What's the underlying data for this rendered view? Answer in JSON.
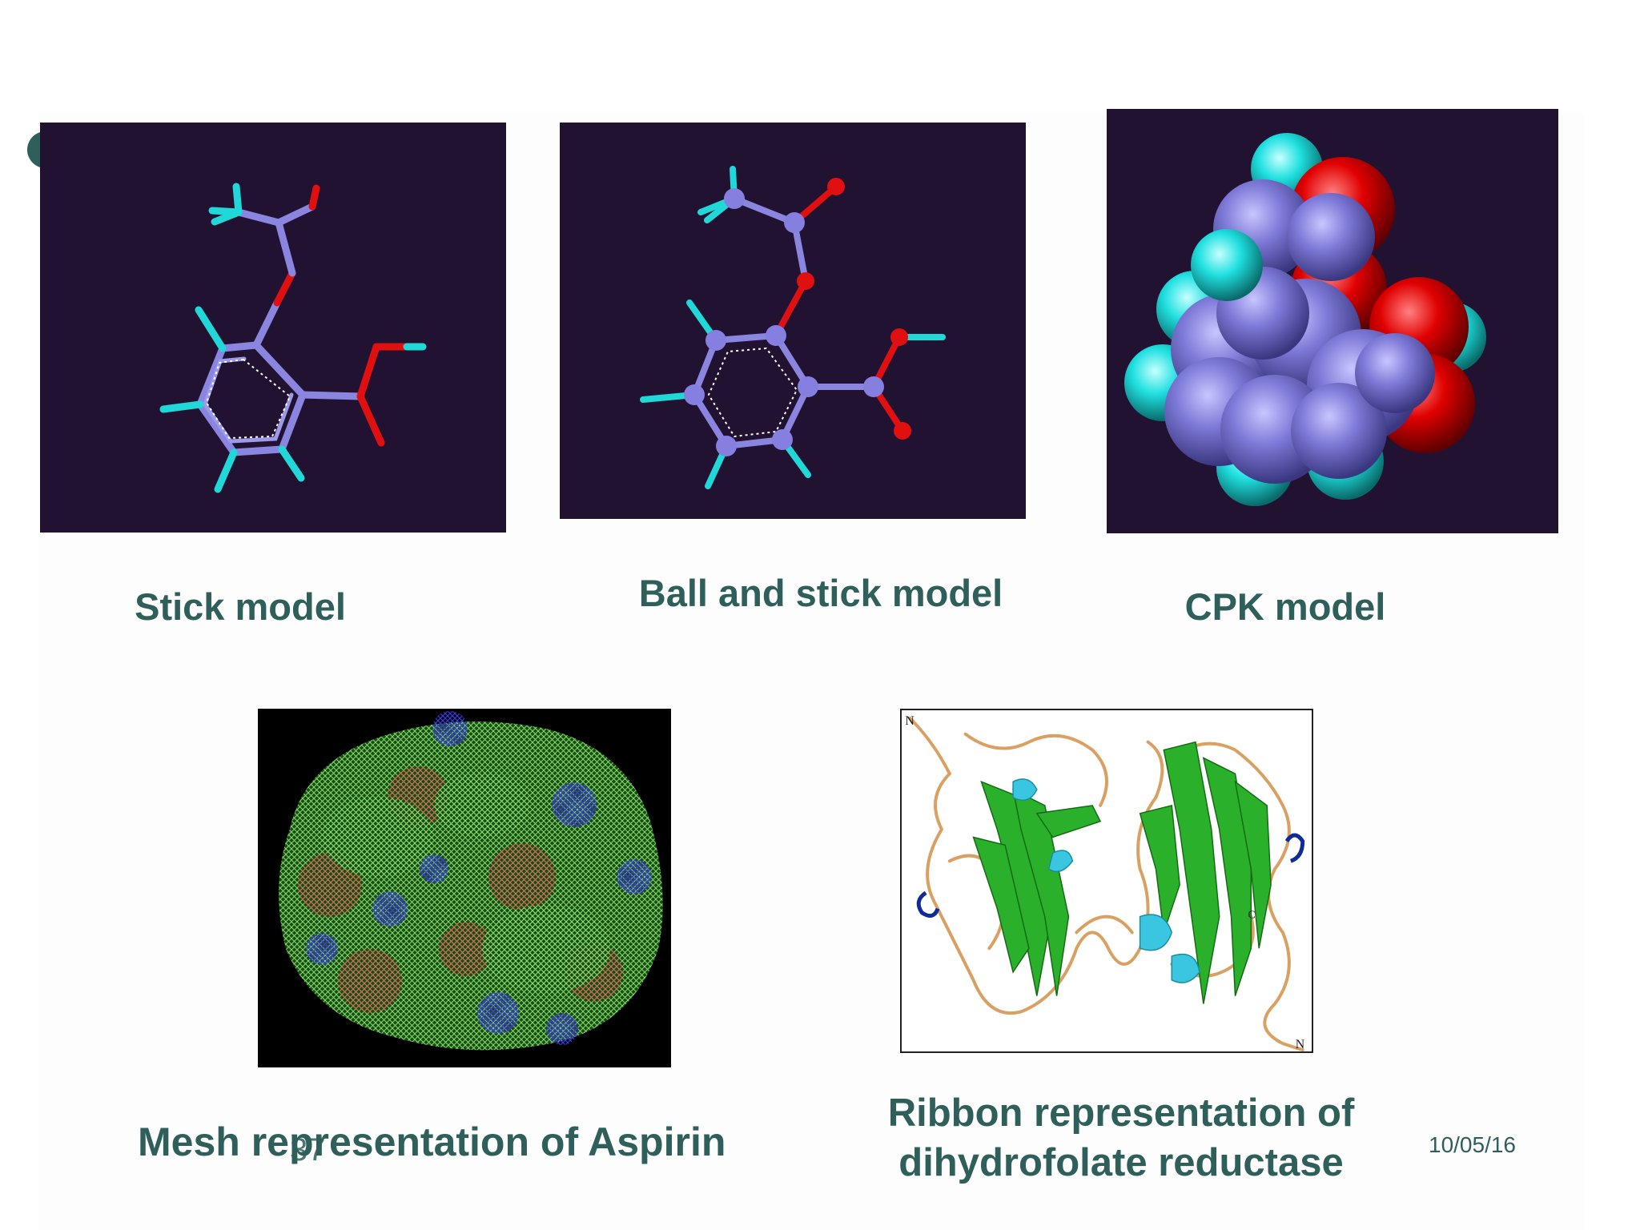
{
  "captions": {
    "stick": "Stick model",
    "ball_stick": "Ball and stick model",
    "cpk": "CPK model",
    "mesh": "Mesh representation of Aspirin",
    "ribbon_line1": "Ribbon representation of",
    "ribbon_line2": "dihydrofolate reductase"
  },
  "footer": {
    "slide_number": "37",
    "date": "10/05/16"
  },
  "ribbon_labels": {
    "n_top": "N",
    "n_bottom": "N",
    "c": "C"
  },
  "colors": {
    "accent_text": "#2f5f5a",
    "panel_bg": "#221232",
    "carbon": "#7b77d6",
    "oxygen": "#e01010",
    "hydrogen": "#20d8d8"
  }
}
